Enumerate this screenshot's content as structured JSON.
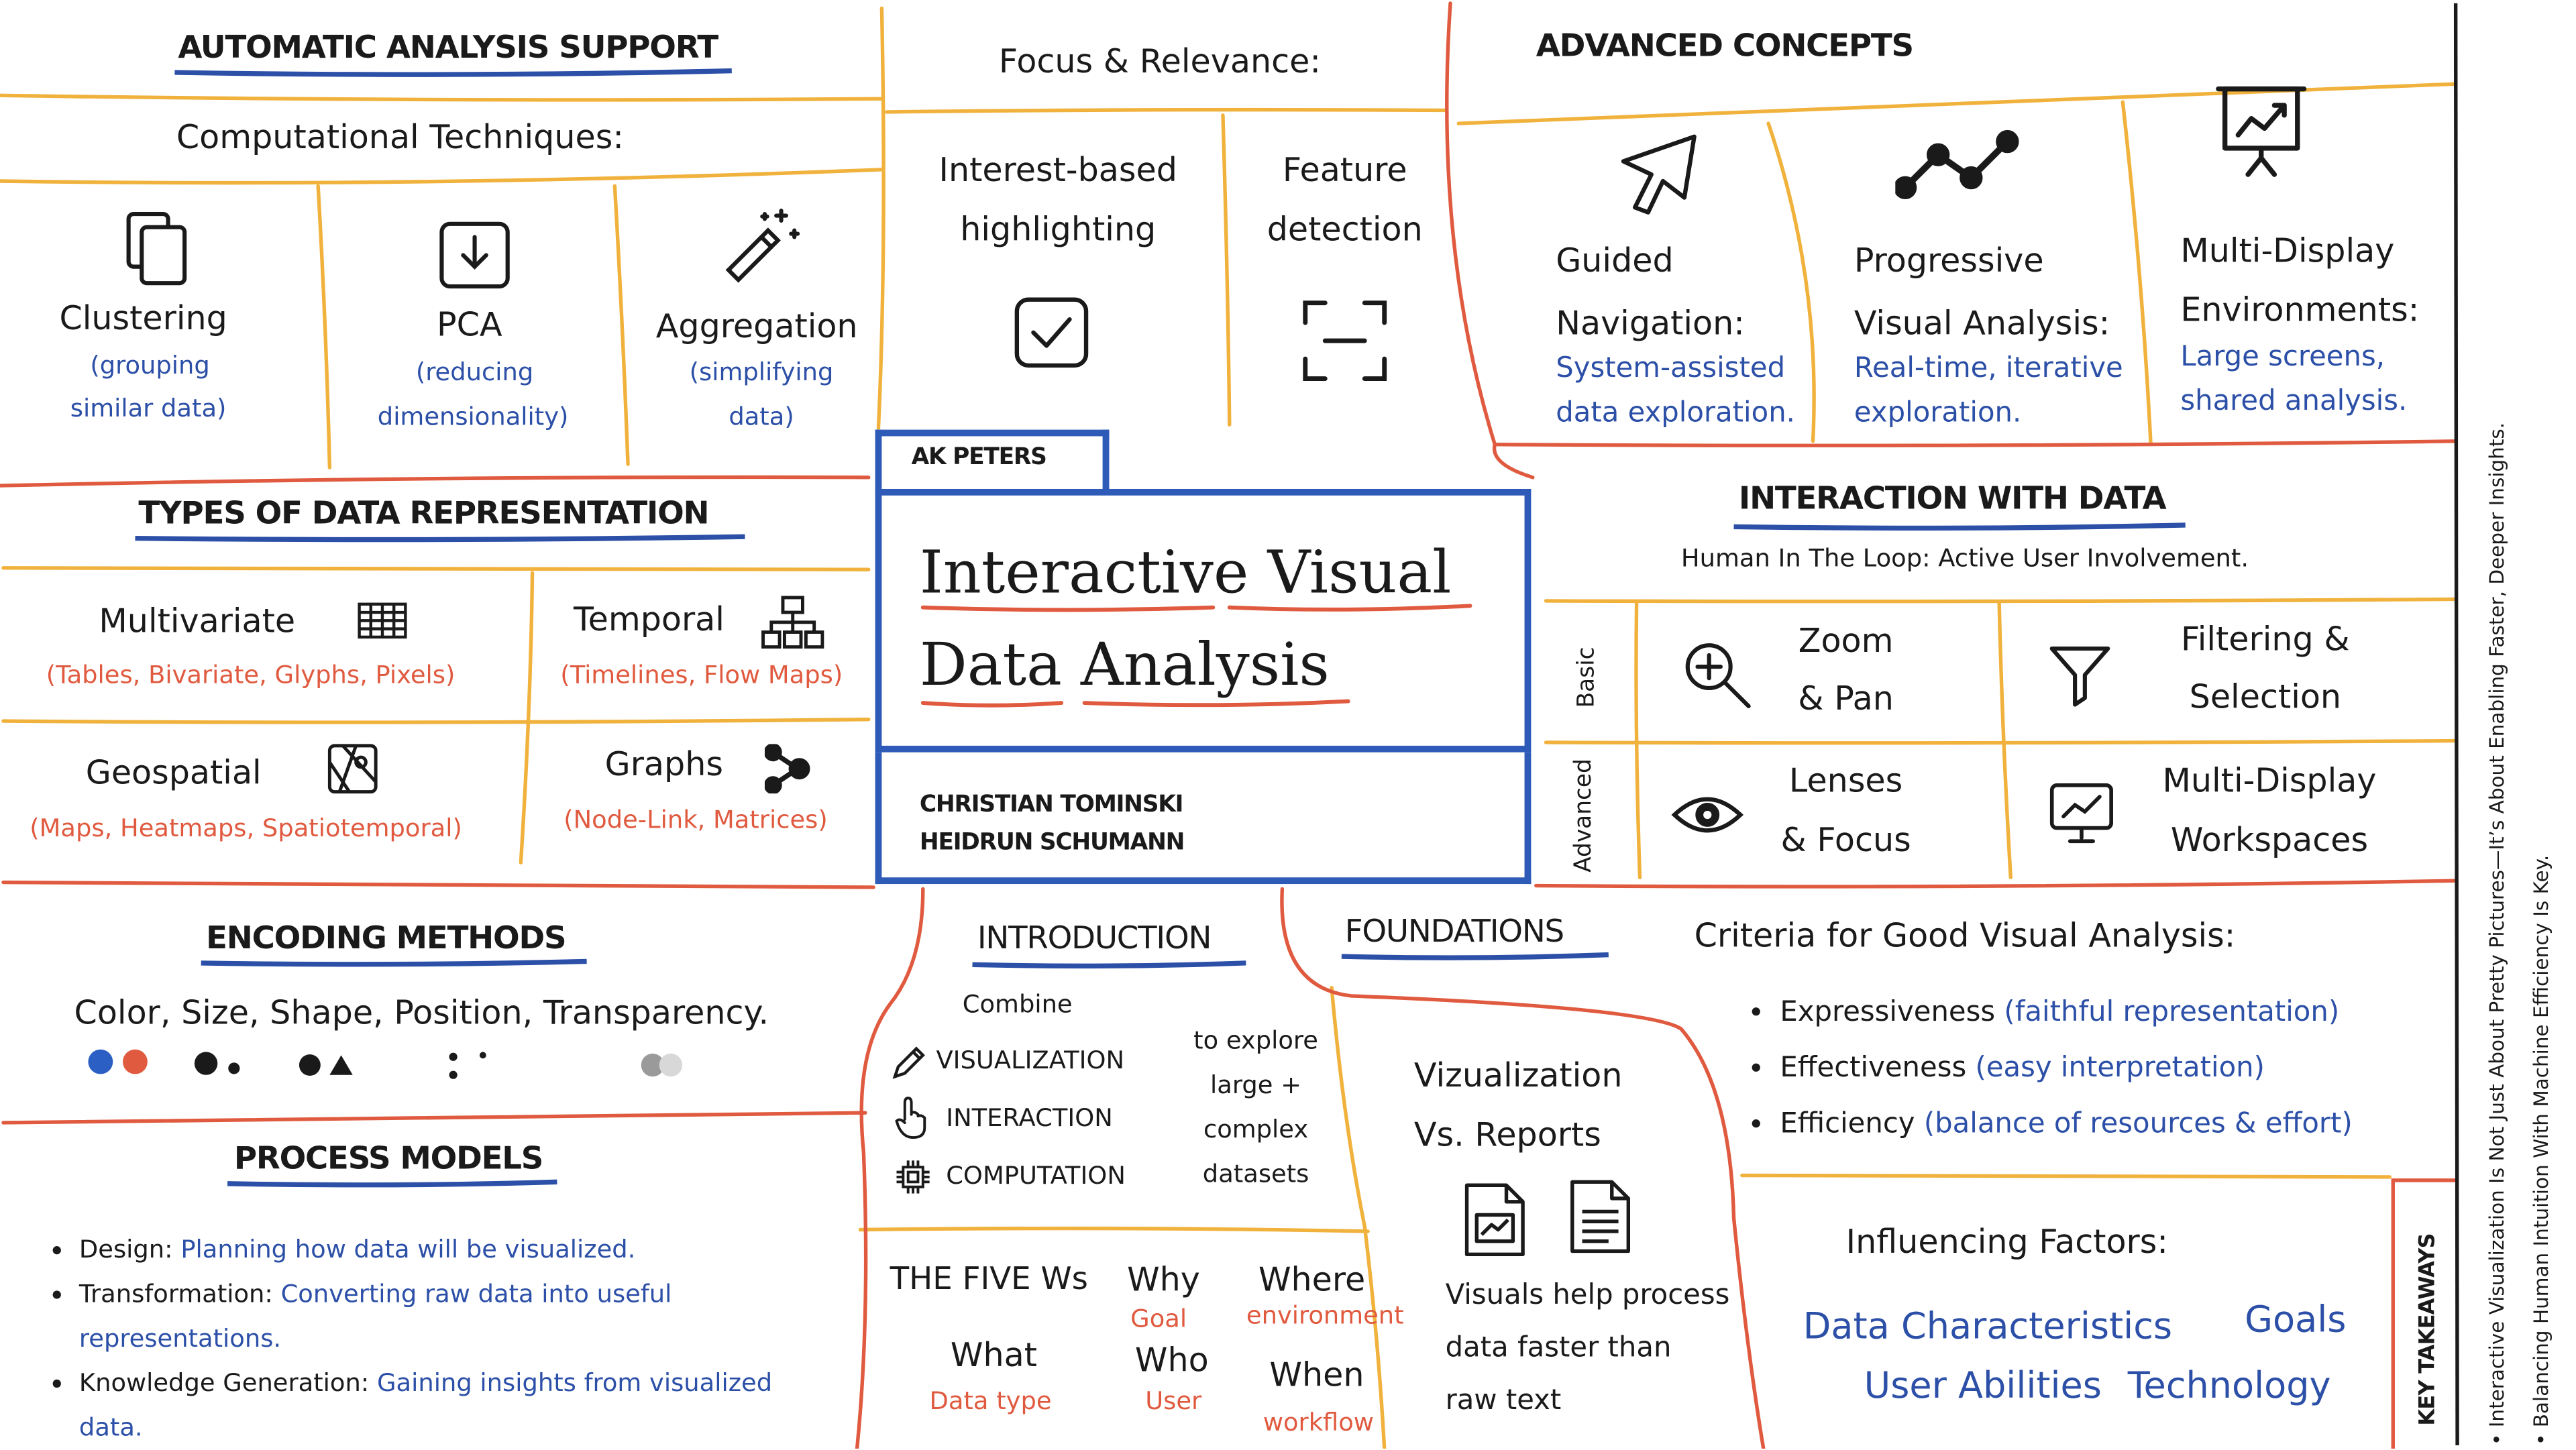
{
  "colors": {
    "orange_line": "#f0b23c",
    "red_line": "#e05a3f",
    "blue_accent": "#2c4fa7",
    "box_blue": "#2d5bb7"
  },
  "auto": {
    "heading": "AUTOMATIC ANALYSIS SUPPORT",
    "subheading": "Computational Techniques:",
    "items": [
      {
        "title": "Clustering",
        "desc1": "(grouping",
        "desc2": "similar data)",
        "icon": "copy-icon"
      },
      {
        "title": "PCA",
        "desc1": "(reducing",
        "desc2": "dimensionality)",
        "icon": "download-icon"
      },
      {
        "title": "Aggregation",
        "desc1": "(simplifying",
        "desc2": "data)",
        "icon": "magic-wand-icon"
      }
    ]
  },
  "focus": {
    "heading": "Focus & Relevance:",
    "items": [
      {
        "line1": "Interest-based",
        "line2": "highlighting",
        "icon": "checkbox-icon"
      },
      {
        "line1": "Feature",
        "line2": "detection",
        "icon": "scan-frame-icon"
      }
    ]
  },
  "advanced": {
    "heading": "ADVANCED CONCEPTS",
    "items": [
      {
        "line1": "Guided",
        "line2": "Navigation:",
        "desc1": "System-assisted",
        "desc2": "data exploration.",
        "icon": "cursor-arrow-icon"
      },
      {
        "line1": "Progressive",
        "line2": "Visual Analysis:",
        "desc1": "Real-time, iterative",
        "desc2": "exploration.",
        "icon": "trend-line-icon"
      },
      {
        "line1": "Multi-Display",
        "line2": "Environments:",
        "desc1": "Large screens,",
        "desc2": "shared analysis.",
        "icon": "presentation-chart-icon"
      }
    ]
  },
  "types": {
    "heading": "TYPES OF DATA REPRESENTATION",
    "items": [
      {
        "title": "Multivariate",
        "desc": "(Tables, Bivariate, Glyphs, Pixels)",
        "icon": "table-grid-icon"
      },
      {
        "title": "Temporal",
        "desc": "(Timelines, Flow Maps)",
        "icon": "hierarchy-icon"
      },
      {
        "title": "Geospatial",
        "desc": "(Maps, Heatmaps, Spatiotemporal)",
        "icon": "map-icon"
      },
      {
        "title": "Graphs",
        "desc": "(Node-Link, Matrices)",
        "icon": "node-graph-icon"
      }
    ]
  },
  "title": {
    "publisher": "AK PETERS",
    "line1": "Interactive Visual",
    "line2": "Data Analysis",
    "author1": "CHRISTIAN TOMINSKI",
    "author2": "HEIDRUN SCHUMANN"
  },
  "interaction": {
    "heading": "INTERACTION WITH DATA",
    "subheading": "Human In The Loop: Active User Involvement.",
    "basic_label": "Basic",
    "advanced_label": "Advanced",
    "items": [
      {
        "line1": "Zoom",
        "line2": "& Pan",
        "icon": "zoom-in-icon"
      },
      {
        "line1": "Filtering &",
        "line2": "Selection",
        "icon": "filter-icon"
      },
      {
        "line1": "Lenses",
        "line2": "& Focus",
        "icon": "eye-icon"
      },
      {
        "line1": "Multi-Display",
        "line2": "Workspaces",
        "icon": "monitor-chart-icon"
      }
    ]
  },
  "encoding": {
    "heading": "ENCODING METHODS",
    "text": "Color, Size, Shape, Position, Transparency."
  },
  "process": {
    "heading": "PROCESS MODELS",
    "items": [
      {
        "label": "Design:",
        "desc": "Planning how data will be visualized.",
        "desc2": ""
      },
      {
        "label": "Transformation:",
        "desc": "Converting raw data into useful",
        "desc2": "representations."
      },
      {
        "label": "Knowledge Generation:",
        "desc": "Gaining insights from visualized",
        "desc2": "data."
      }
    ]
  },
  "intro": {
    "heading": "INTRODUCTION",
    "combine": "Combine",
    "items": [
      {
        "label": "VISUALIZATION",
        "icon": "pen-icon"
      },
      {
        "label": "INTERACTION",
        "icon": "hand-pointer-icon"
      },
      {
        "label": "COMPUTATION",
        "icon": "chip-icon"
      }
    ],
    "side1": "to explore",
    "side2": "large +",
    "side3": "complex",
    "side4": "datasets"
  },
  "five": {
    "heading": "THE FIVE Ws",
    "items": [
      {
        "q": "Why",
        "a": "Goal"
      },
      {
        "q": "Where",
        "a": "environment"
      },
      {
        "q": "What",
        "a": "Data type"
      },
      {
        "q": "Who",
        "a": "User"
      },
      {
        "q": "When",
        "a": "workflow"
      }
    ]
  },
  "foundations": {
    "heading": "FOUNDATIONS",
    "vis_line1": "Vizualization",
    "vis_line2": "Vs. Reports",
    "body1": "Visuals help process",
    "body2": "data faster than",
    "body3": "raw text"
  },
  "criteria": {
    "heading": "Criteria for Good Visual Analysis:",
    "items": [
      {
        "label": "Expressiveness",
        "desc": "(faithful representation)"
      },
      {
        "label": "Effectiveness",
        "desc": "(easy interpretation)"
      },
      {
        "label": "Efficiency",
        "desc": "(balance of resources & effort)"
      }
    ]
  },
  "factors": {
    "heading": "Influencing Factors:",
    "items": [
      "Data Characteristics",
      "Goals",
      "User Abilities",
      "Technology"
    ]
  },
  "takeaways": {
    "label": "KEY TAKEAWAYS",
    "item1": "Interactive Visualization Is Not Just About Pretty Pictures—It’s About Enabling Faster, Deeper Insights.",
    "item2": "Balancing Human Intuition With Machine Efficiency Is Key."
  }
}
